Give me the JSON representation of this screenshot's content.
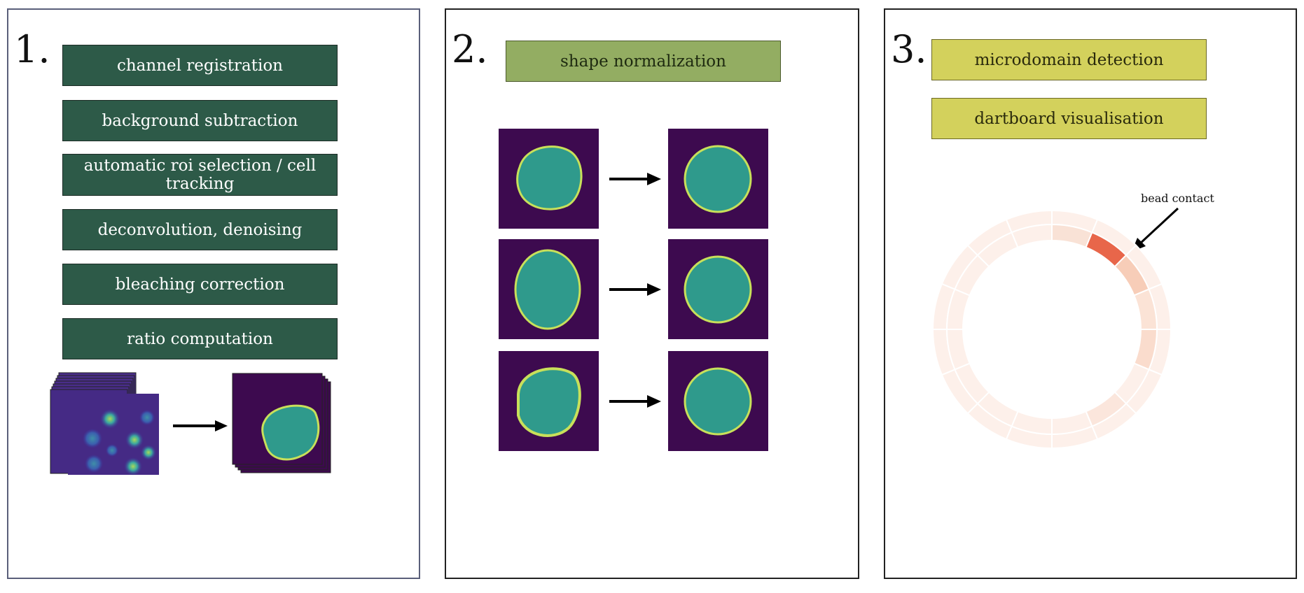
{
  "panel1": {
    "number": "1.",
    "steps": [
      "channel registration",
      "background subtraction",
      "automatic roi selection / cell tracking",
      "deconvolution, denoising",
      "bleaching correction",
      "ratio computation"
    ]
  },
  "panel2": {
    "number": "2.",
    "steps": [
      "shape normalization"
    ]
  },
  "panel3": {
    "number": "3.",
    "steps": [
      "microdomain detection",
      "dartboard visualisation"
    ],
    "annotation": "bead contact"
  },
  "colors": {
    "dark_green": "#2d5a48",
    "olive": "#93ad62",
    "yellow": "#d3d15c",
    "image_bg": "#3d0a4f",
    "cell_fill": "#2f9a8c",
    "cell_edge": "#c8e05a",
    "accent_red": "#e8664a"
  }
}
